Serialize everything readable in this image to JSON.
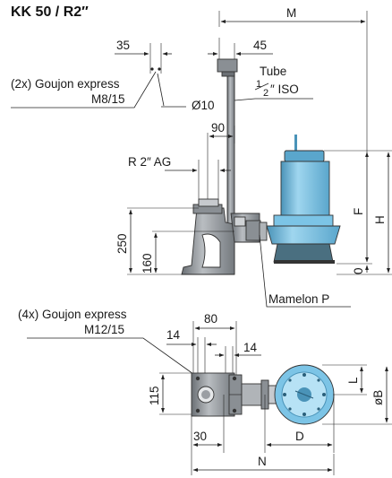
{
  "title": "KK 50 / R2″",
  "colors": {
    "pump_body": "#7cc4e6",
    "pump_dark": "#4a93b8",
    "casting": "#8a8f94",
    "casting_dark": "#5e6368",
    "casting_light": "#c7cace",
    "line": "#222222"
  },
  "labels": {
    "dim_M": "M",
    "dim_35": "35",
    "dim_45": "45",
    "goujon_top_1": "(2x) Goujon express",
    "goujon_top_2": "M8/15",
    "dim_d10": "Ø10",
    "tube_1": "Tube",
    "tube_frac_num": "1",
    "tube_frac_den": "2",
    "tube_2_suffix": "″ ISO",
    "dim_90": "90",
    "dim_r2ag": "R 2″ AG",
    "dim_F": "F",
    "dim_H": "H",
    "dim_250": "250",
    "dim_160": "160",
    "dim_0": "0",
    "mamelon": "Mamelon P",
    "goujon_bot_1": "(4x) Goujon express",
    "goujon_bot_2": "M12/15",
    "dim_80": "80",
    "dim_14a": "14",
    "dim_14b": "14",
    "dim_115": "115",
    "dim_L": "L",
    "dim_B": "øB",
    "dim_30": "30",
    "dim_D": "D",
    "dim_N": "N"
  }
}
